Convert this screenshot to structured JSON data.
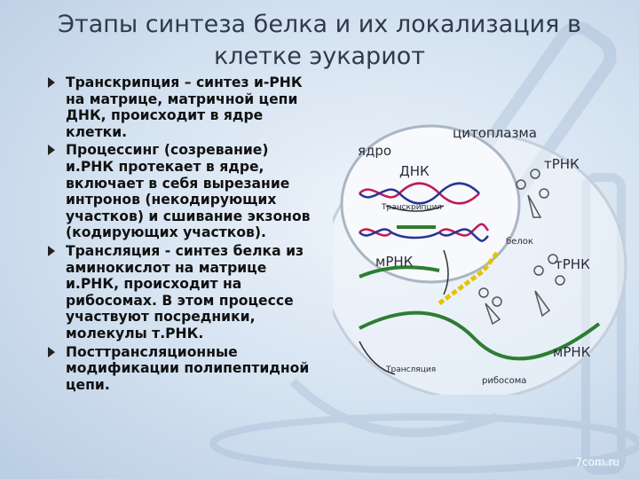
{
  "title": "Этапы синтеза белка и их локализация в клетке эукариот",
  "bullets": [
    "Транскрипция – синтез и-РНК на матрице, матричной цепи ДНК, происходит в ядре клетки.",
    "Процессинг (созревание) и.РНК протекает в ядре, включает в себя вырезание интронов (некодирующих участков) и сшивание экзонов (кодирующих участков).",
    "Трансляция - синтез белка из аминокислот на матрице и.РНК, происходит на рибосомах. В этом процессе участвуют посредники, молекулы т.РНК.",
    " Посттрансляционные модификации полипептидной цепи."
  ],
  "diagram": {
    "cytoplasm": "цитоплазма",
    "nucleus": "ядро",
    "dna": "ДНК",
    "transcription": "Транскрипция",
    "mrna_nucleus": "мРНК",
    "trna_top": "тРНК",
    "protein": "белок",
    "trna_mid": "тРНК",
    "mrna_cytoplasm": "мРНК",
    "translation": "Трансляция",
    "ribosome": "рибосома"
  },
  "watermark": "7com.ru"
}
